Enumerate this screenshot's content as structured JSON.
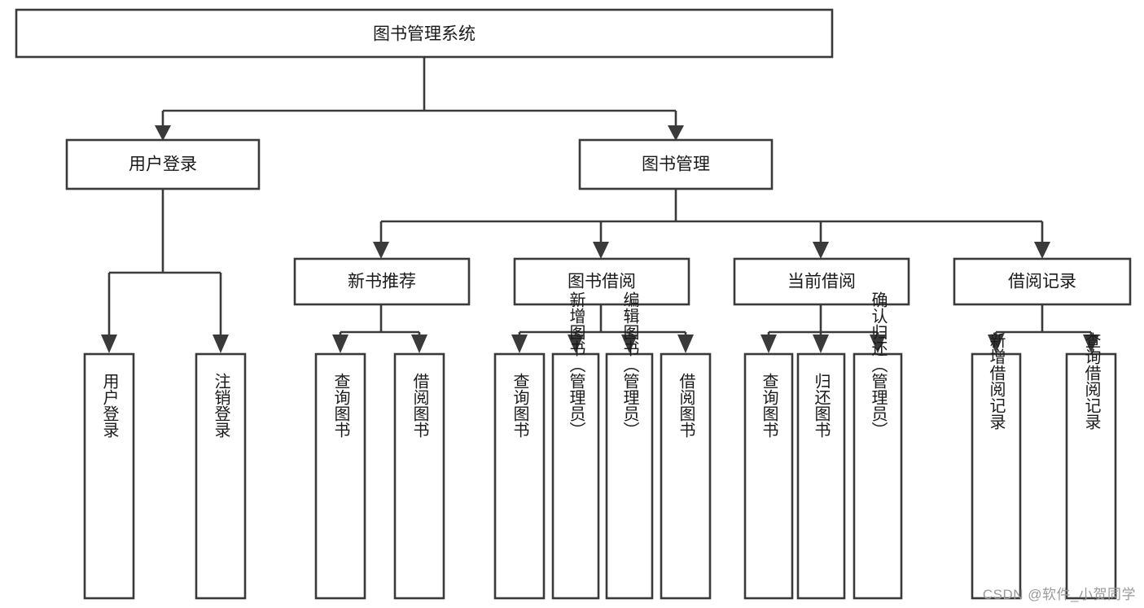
{
  "diagram": {
    "type": "tree",
    "title": "图书管理系统",
    "orientation": "top-down",
    "colors": {
      "box_stroke": "#3a3a3a",
      "box_fill": "#ffffff",
      "text": "#1a1a1a",
      "connector": "#3a3a3a",
      "watermark": "#9a9a9a",
      "background": "#ffffff"
    },
    "root": {
      "label": "图书管理系统",
      "name": "node-root-library-management-system"
    },
    "level2": [
      {
        "label": "用户登录",
        "name": "node-user-login"
      },
      {
        "label": "图书管理",
        "name": "node-book-management"
      }
    ],
    "level3": [
      {
        "label": "新书推荐",
        "name": "node-new-book-recommendation"
      },
      {
        "label": "图书借阅",
        "name": "node-book-borrowing"
      },
      {
        "label": "当前借阅",
        "name": "node-current-borrowing"
      },
      {
        "label": "借阅记录",
        "name": "node-borrow-records"
      }
    ],
    "leaves": [
      {
        "label": "用户登录",
        "name": "leaf-user-login",
        "parent": "用户登录"
      },
      {
        "label": "注销登录",
        "name": "leaf-logout",
        "parent": "用户登录"
      },
      {
        "label": "查询图书",
        "name": "leaf-query-books-recommend",
        "parent": "新书推荐"
      },
      {
        "label": "借阅图书",
        "name": "leaf-borrow-books-recommend",
        "parent": "新书推荐"
      },
      {
        "label": "查询图书",
        "name": "leaf-query-books-borrowing",
        "parent": "图书借阅"
      },
      {
        "label": "新增图书（管理员）",
        "name": "leaf-add-book-admin",
        "parent": "图书借阅"
      },
      {
        "label": "编辑图书（管理员）",
        "name": "leaf-edit-book-admin",
        "parent": "图书借阅"
      },
      {
        "label": "借阅图书",
        "name": "leaf-borrow-books-borrowing",
        "parent": "图书借阅"
      },
      {
        "label": "查询图书",
        "name": "leaf-query-books-current",
        "parent": "当前借阅"
      },
      {
        "label": "归还图书",
        "name": "leaf-return-books",
        "parent": "当前借阅"
      },
      {
        "label": "确认归还（管理员）",
        "name": "leaf-confirm-return-admin",
        "parent": "当前借阅"
      },
      {
        "label": "新增借阅记录",
        "name": "leaf-add-borrow-record",
        "parent": "借阅记录"
      },
      {
        "label": "查询借阅记录",
        "name": "leaf-query-borrow-record",
        "parent": "借阅记录"
      }
    ]
  },
  "watermark": {
    "text": "CSDN @软件_小贺同学"
  }
}
